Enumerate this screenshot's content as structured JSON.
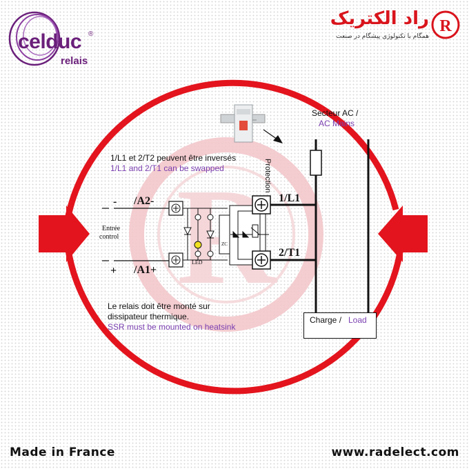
{
  "brand": {
    "celduc_name": "celduc",
    "celduc_reg": "®",
    "celduc_sub": "relais",
    "rad_title": "راد الکتریک",
    "rad_slogan": "همگام با تکنولوژی پیشگام در صنعت"
  },
  "notes": {
    "swap_fr": "1/L1 et 2/T2 peuvent être inversés",
    "swap_en": "1/L1 and 2/T1 can be swapped",
    "heatsink_fr_1": "Le relais doit être monté sur",
    "heatsink_fr_2": "dissipateur thermique.",
    "heatsink_en": "SSR must be mounted on heatsink"
  },
  "mains": {
    "label_fr": "Secteur AC /",
    "label_en": "AC Mains",
    "protection": "Protection"
  },
  "load": {
    "label_fr": "Charge /",
    "label_en": "Load"
  },
  "terminals": {
    "a2_sign": "-",
    "a2": "/A2-",
    "a1_sign": "+",
    "a1": "/A1+",
    "l1": "1/L1",
    "t1": "2/T1"
  },
  "control": {
    "label_1": "Entrée",
    "label_2": "control",
    "led": "LED",
    "zc": "ZC"
  },
  "footer": {
    "left": "Made in France",
    "right": "www.radelect.com"
  },
  "colors": {
    "arrow_red": "#e3141d",
    "celduc_purple": "#6a1f7a",
    "english_text": "#7a3fb0",
    "watermark": "#f3c8cc"
  }
}
